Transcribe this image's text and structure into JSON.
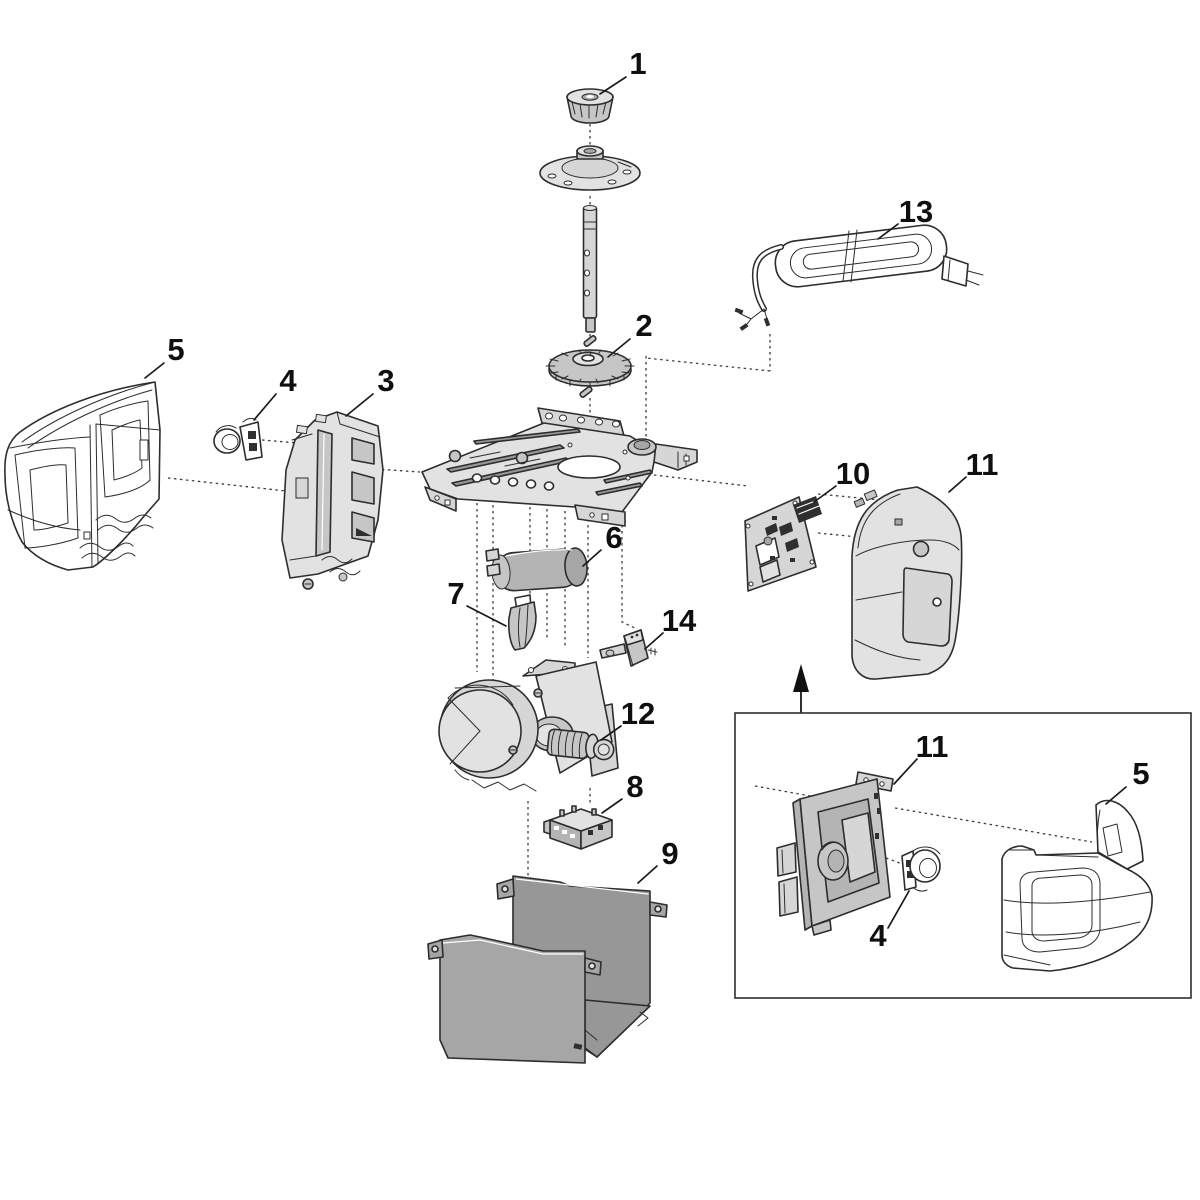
{
  "diagram": {
    "background": "#ffffff",
    "callouts": {
      "main": [
        {
          "label": "1"
        },
        {
          "label": "2"
        },
        {
          "label": "3"
        },
        {
          "label": "4"
        },
        {
          "label": "5"
        },
        {
          "label": "6"
        },
        {
          "label": "7"
        },
        {
          "label": "8"
        },
        {
          "label": "9"
        },
        {
          "label": "10"
        },
        {
          "label": "11"
        },
        {
          "label": "12"
        },
        {
          "label": "13"
        },
        {
          "label": "14"
        }
      ],
      "inset": [
        {
          "label": "11"
        },
        {
          "label": "4"
        },
        {
          "label": "5"
        }
      ]
    },
    "colors": {
      "outline": "#2d2d2d",
      "fill_white": "#ffffff",
      "fill_light": "#e2e2e2",
      "fill_mid": "#c6c6c6",
      "fill_dark_housing": "#a6a6a6",
      "component_dark": "#2f2f2f"
    }
  }
}
